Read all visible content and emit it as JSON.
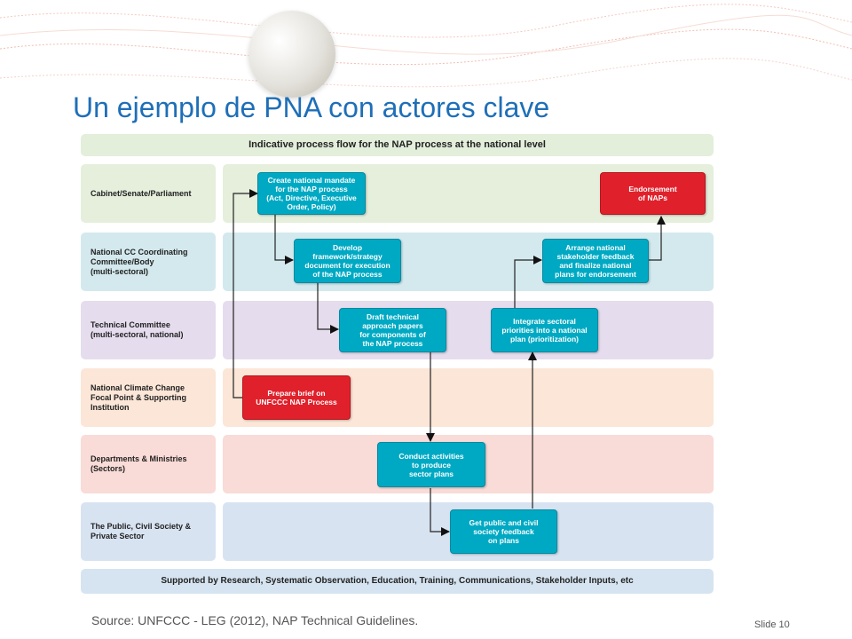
{
  "slide": {
    "title": "Un ejemplo de PNA con actores clave",
    "source": "Source: UNFCCC - LEG (2012), NAP Technical Guidelines.",
    "slide_number": "Slide 10"
  },
  "diagram": {
    "header": "Indicative process flow for the NAP process at the national level",
    "footer": "Supported by Research, Systematic Observation, Education, Training, Communications, Stakeholder Inputs, etc",
    "lanes": [
      {
        "label": "Cabinet/Senate/Parliament",
        "color": "#e5efdc"
      },
      {
        "label": "National CC Coordinating\nCommittee/Body\n(multi-sectoral)",
        "color": "#d3e9ee"
      },
      {
        "label": "Technical Committee\n(multi-sectoral, national)",
        "color": "#e5dced"
      },
      {
        "label": "National Climate Change\nFocal Point & Supporting\nInstitution",
        "color": "#fbe6d7"
      },
      {
        "label": "Departments & Ministries\n(Sectors)",
        "color": "#f9dbd7"
      },
      {
        "label": "The Public, Civil Society &\nPrivate Sector",
        "color": "#d8e3f2"
      }
    ],
    "steps": {
      "mandate": "Create national mandate\nfor the NAP process\n(Act, Directive, Executive\nOrder, Policy)",
      "endorsement": "Endorsement\nof NAPs",
      "framework": "Develop\nframework/strategy\ndocument for execution\nof the NAP process",
      "arrange": "Arrange national\nstakeholder feedback\nand finalize national\nplans for endorsement",
      "draft": "Draft technical\napproach papers\nfor components of\nthe NAP process",
      "integrate": "Integrate sectoral\npriorities into a national\nplan (prioritization)",
      "brief": "Prepare brief on\nUNFCCC NAP Process",
      "conduct": "Conduct activities\nto produce\nsector plans",
      "feedback": "Get public and civil\nsociety feedback\non plans"
    },
    "colors": {
      "step": "#00a9c3",
      "highlight": "#e0212b",
      "header_band": "#e3eedb",
      "footer_band": "#d6e4f1"
    }
  }
}
